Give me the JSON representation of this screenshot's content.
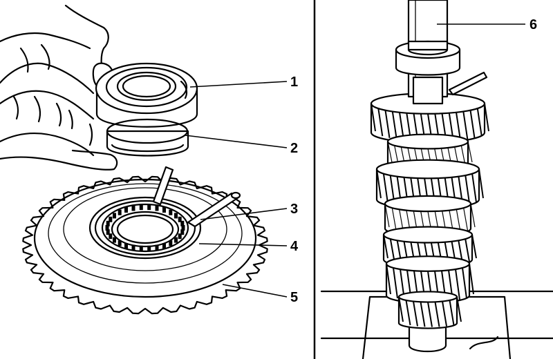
{
  "callouts": [
    {
      "id": "1",
      "text": "1"
    },
    {
      "id": "2",
      "text": "2"
    },
    {
      "id": "3",
      "text": "3"
    },
    {
      "id": "4",
      "text": "4"
    },
    {
      "id": "5",
      "text": "5"
    },
    {
      "id": "6",
      "text": "6"
    }
  ],
  "colors": {
    "ink": "#000000",
    "paper": "#ffffff"
  }
}
